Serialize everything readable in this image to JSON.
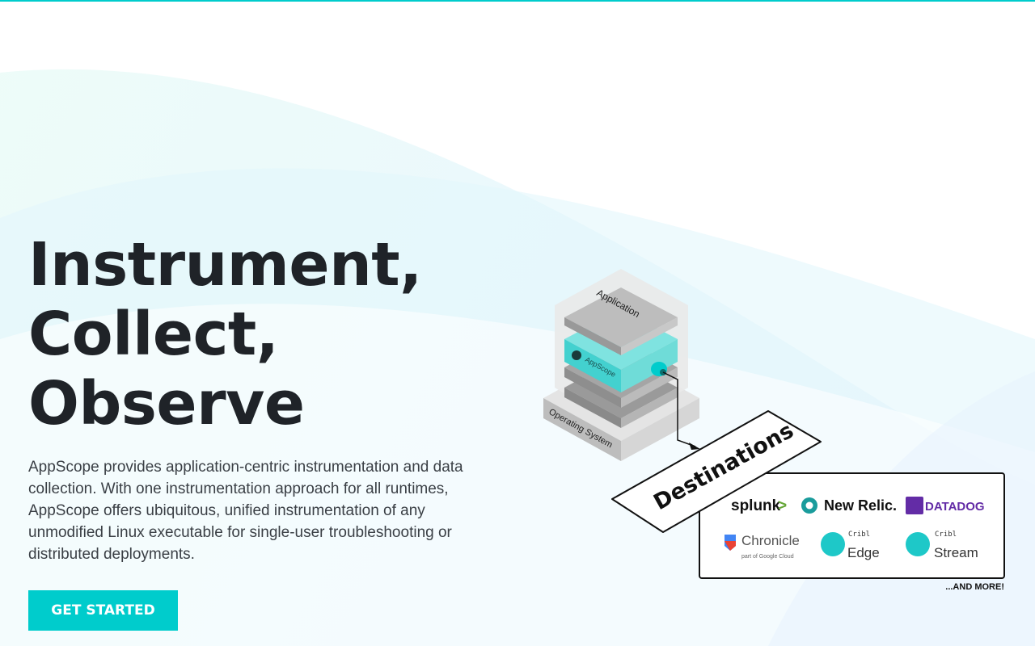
{
  "hero": {
    "headline": [
      "Instrument,",
      "Collect,",
      "Observe"
    ],
    "description": "AppScope provides application-centric instrumentation and data collection. With one instrumentation approach for all runtimes, AppScope offers ubiquitous, unified instrumentation of any unmodified Linux executable for single-user troubleshooting or distributed deployments.",
    "cta_label": "GET STARTED"
  },
  "diagram": {
    "application_label": "Application",
    "appscope_label": "AppScope",
    "os_label": "Operating System",
    "destinations_label": "Destinations",
    "more_label": "...AND MORE!",
    "logos": {
      "splunk": "splunk",
      "splunk_arrow": ">",
      "newrelic": "New Relic.",
      "datadog": "DATADOG",
      "chronicle": "Chronicle",
      "chronicle_sub": "part of Google Cloud",
      "cribl": "Cribl",
      "edge": "Edge",
      "stream": "Stream"
    }
  },
  "colors": {
    "accent": "#00cccc",
    "datadog": "#632ca6",
    "splunk_arrow": "#65a637"
  }
}
